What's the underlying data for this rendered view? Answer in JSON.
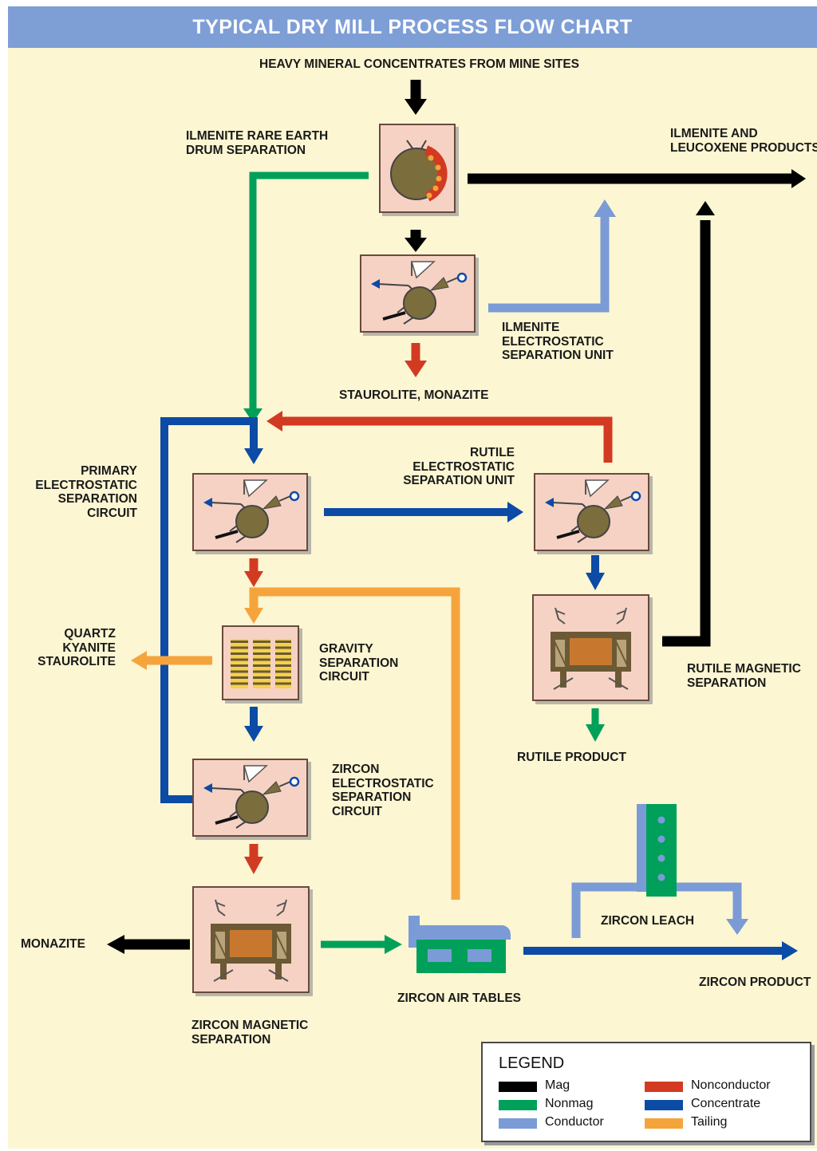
{
  "title": "TYPICAL DRY MILL PROCESS FLOW CHART",
  "colors": {
    "background": "#fcf6d2",
    "header": "#7e9ed6",
    "mag": "#000000",
    "nonmag": "#00a05a",
    "conductor": "#7b9bd6",
    "nonconductor": "#d23a22",
    "concentrate": "#0c4ba6",
    "tailing": "#f5a43c",
    "equipment_box": "#f6d2c4"
  },
  "labels": {
    "heavy_mineral": "HEAVY MINERAL CONCENTRATES FROM MINE SITES",
    "ilmenite_drum": "ILMENITE RARE EARTH\nDRUM SEPARATION",
    "ilmenite_product": "ILMENITE AND\nLEUCOXENE PRODUCTS",
    "ilmenite_es": "ILMENITE\nELECTROSTATIC\nSEPARATION UNIT",
    "staurolite_monazite": "STAUROLITE, MONAZITE",
    "primary_es": "PRIMARY\nELECTROSTATIC\nSEPARATION\nCIRCUIT",
    "rutile_es": "RUTILE\nELECTROSTATIC\nSEPARATION UNIT",
    "quartz": "QUARTZ\nKYANITE\nSTAUROLITE",
    "gravity": "GRAVITY\nSEPARATION\nCIRCUIT",
    "rutile_mag": "RUTILE MAGNETIC\nSEPARATION",
    "rutile_product": "RUTILE PRODUCT",
    "zircon_es": "ZIRCON\nELECTROSTATIC\nSEPARATION\nCIRCUIT",
    "zircon_leach": "ZIRCON LEACH",
    "monazite": "MONAZITE",
    "zircon_product": "ZIRCON PRODUCT",
    "zircon_air": "ZIRCON AIR TABLES",
    "zircon_mag": "ZIRCON MAGNETIC\nSEPARATION"
  },
  "legend": {
    "title": "LEGEND",
    "items": [
      {
        "label": "Mag",
        "color": "#000000",
        "icon": "mag-swatch"
      },
      {
        "label": "Nonmag",
        "color": "#00a05a",
        "icon": "nonmag-swatch"
      },
      {
        "label": "Conductor",
        "color": "#7b9bd6",
        "icon": "conductor-swatch"
      },
      {
        "label": "Nonconductor",
        "color": "#d23a22",
        "icon": "nonconductor-swatch"
      },
      {
        "label": "Concentrate",
        "color": "#0c4ba6",
        "icon": "concentrate-swatch"
      },
      {
        "label": "Tailing",
        "color": "#f5a43c",
        "icon": "tailing-swatch"
      }
    ]
  }
}
